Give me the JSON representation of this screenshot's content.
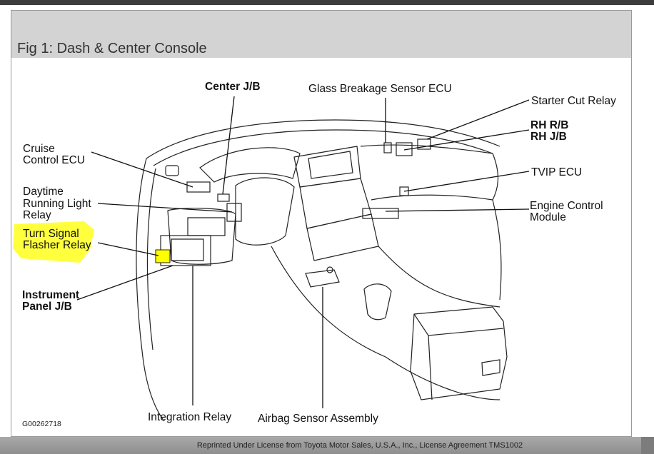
{
  "figure": {
    "title": "Fig 1: Dash & Center Console"
  },
  "labels": {
    "center_jb": "Center J/B",
    "glass_breakage": "Glass Breakage Sensor ECU",
    "starter_cut": "Starter Cut Relay",
    "rh_rb": "RH R/B",
    "rh_jb": "RH J/B",
    "cruise_1": "Cruise",
    "cruise_2": "Control ECU",
    "tvip": "TVIP ECU",
    "drl_1": "Daytime",
    "drl_2": "Running Light",
    "drl_3": "Relay",
    "ecm_1": "Engine Control",
    "ecm_2": "Module",
    "turn_1": "Turn Signal",
    "turn_2": "Flasher Relay",
    "ipjb_1": "Instrument",
    "ipjb_2": "Panel J/B",
    "integration": "Integration Relay",
    "airbag": "Airbag Sensor Assembly",
    "code": "G00262718"
  },
  "footer": {
    "text": "Reprinted Under License from Toyota Motor Sales, U.S.A., Inc., License Agreement TMS1002"
  },
  "colors": {
    "highlight": "#ffff33",
    "figure_bar": "#d3d3d3",
    "footer": "#9c9c9c"
  }
}
